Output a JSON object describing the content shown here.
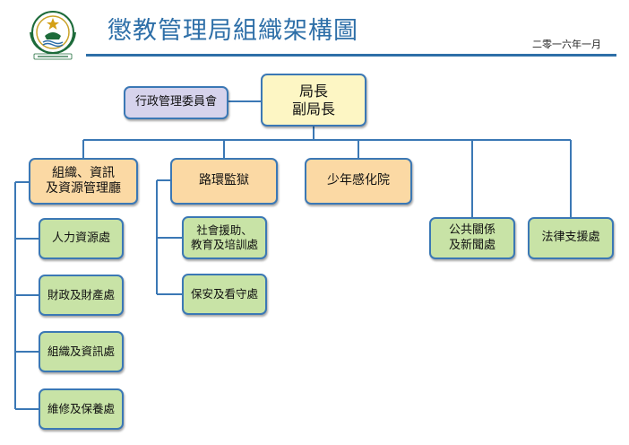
{
  "header": {
    "title": "懲教管理局組織架構圖",
    "date": "二零一六年一月",
    "emblem_text": "DIRECÇÃO DOS SERVIÇOS CORRECCIONAIS"
  },
  "colors": {
    "accent": "#2e6fa8",
    "box_border": "#3b78b5",
    "leader_fill": "#fdf6c4",
    "division_fill": "#fbd9a4",
    "committee_fill": "#d6d3ec",
    "unit_fill": "#c8e3a6"
  },
  "nodes": {
    "director": "局長\n副局長",
    "committee": "行政管理委員會",
    "org_dept": "組織、資訊\n及資源管理廳",
    "prison": "路環監獄",
    "youth": "少年感化院",
    "pr": "公共關係\n及新聞處",
    "legal": "法律支援處",
    "hr": "人力資源處",
    "finance": "財政及財產處",
    "orgit": "組織及資訊處",
    "maint": "維修及保養處",
    "social": "社會援助、\n教育及培訓處",
    "security": "保安及看守處"
  }
}
